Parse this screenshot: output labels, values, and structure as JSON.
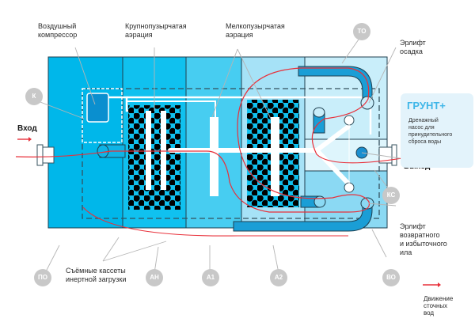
{
  "labels": {
    "air_compressor": "Воздушный\nкомпрессор",
    "coarse_aeration": "Крупнопузырчатая\nаэрация",
    "fine_aeration": "Мелкопузырчатая\nаэрация",
    "sludge_airlift": "Эрлифт\nосадка",
    "return_airlift": "Эрлифт\nвозвратного\nи избыточного\nила",
    "removable_cassettes": "Съёмные кассеты\nинертной загрузки",
    "inlet": "Вход",
    "outlet": "Выход",
    "legend_flow": "Движение\nсточных\nвод"
  },
  "badges": {
    "k": "К",
    "to": "ТО",
    "ks": "КС",
    "po": "ПО",
    "an": "АН",
    "a1": "А1",
    "a2": "А2",
    "vo": "ВО"
  },
  "grunt": {
    "title": "ГРУНТ+",
    "text": "Дренажный\nнасос для\nпринудительного\nсброса воды"
  },
  "colors": {
    "po": "#00b7ea",
    "an": "#10c1ef",
    "a1": "#47cdf1",
    "a2": "#a6e2f7",
    "to": "#c9eefa",
    "ks": "#def5fc",
    "vo": "#8bd9f3",
    "flow": "#e8303a",
    "badge": "#c8c8c8"
  }
}
